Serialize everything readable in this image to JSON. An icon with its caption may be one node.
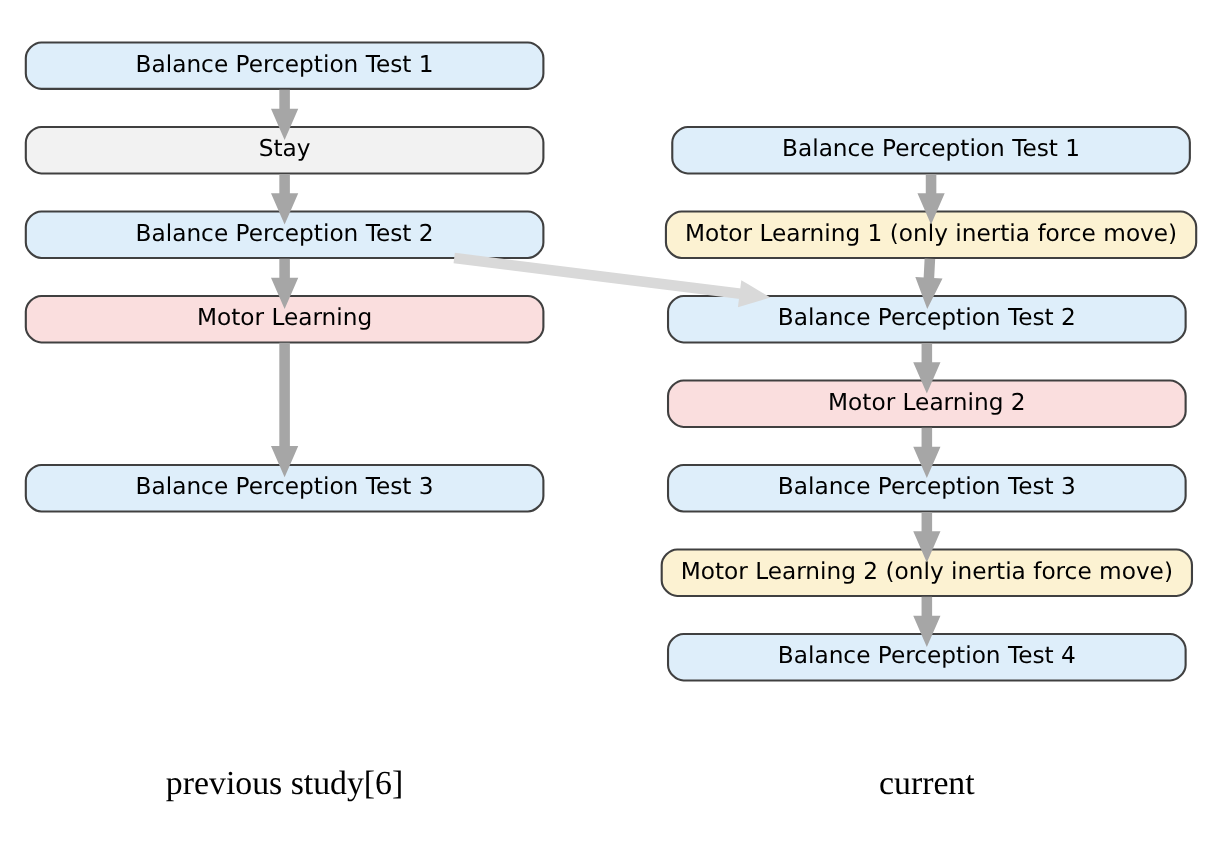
{
  "diagram": {
    "nodes": [
      {
        "text": [
          "Balance Perception Test 1"
        ]
      },
      {
        "text": [
          "Stay"
        ]
      },
      {
        "text": [
          "Balance Perception Test 2"
        ]
      },
      {
        "text": [
          "Motor Learning"
        ]
      },
      {
        "text": [
          "Balance Perception Test 3"
        ]
      },
      {
        "text": [
          "Balance Perception Test 1"
        ]
      },
      {
        "text": [
          "Motor Learning 1 (only inertia force move)"
        ]
      },
      {
        "text": [
          "Balance Perception Test 2"
        ]
      },
      {
        "text": [
          "Motor Learning 2"
        ]
      },
      {
        "text": [
          "Balance Perception Test 3"
        ]
      },
      {
        "text": [
          "Motor Learning 2 (only inertia force move)"
        ]
      },
      {
        "text": [
          "Balance Perception Test 4"
        ]
      }
    ],
    "edges": [
      {
        "from": 0,
        "to": 1,
        "arrow": "to"
      },
      {
        "from": 1,
        "to": 2,
        "arrow": "to"
      },
      {
        "from": 2,
        "to": 3,
        "arrow": "to"
      },
      {
        "from": 3,
        "to": 4,
        "arrow": "to"
      },
      {
        "from": 5,
        "to": 6,
        "arrow": "to"
      },
      {
        "from": 6,
        "to": 7,
        "arrow": "to"
      },
      {
        "from": 7,
        "to": 8,
        "arrow": "to"
      },
      {
        "from": 8,
        "to": 9,
        "arrow": "to"
      },
      {
        "from": 9,
        "to": 10,
        "arrow": "to"
      },
      {
        "from": 10,
        "to": 11,
        "arrow": "to"
      },
      {
        "from": 2,
        "to": 7,
        "arrow": "to",
        "color": "#d9d9d9"
      }
    ],
    "labels": [
      "previous study[6]",
      "current"
    ]
  }
}
